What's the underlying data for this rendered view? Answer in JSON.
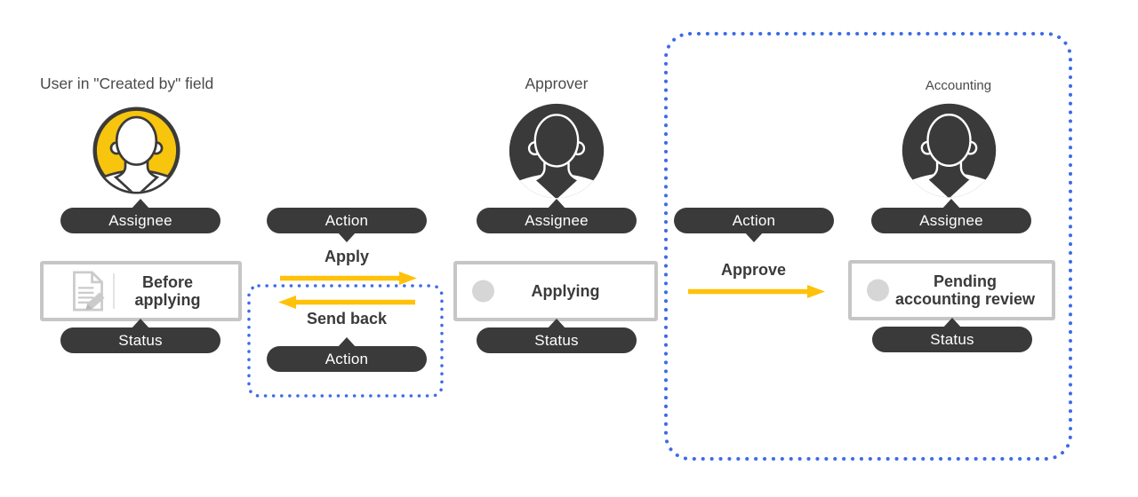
{
  "colors": {
    "dark": "#3A3A3A",
    "avatar_yellow": "#F7C40E",
    "arrow_yellow": "#FFC10A",
    "dotted_blue": "#3D6BE8",
    "box_border_gray": "#C6C6C6",
    "dot_gray": "#D6D6D6",
    "icon_gray": "#CBCBCB",
    "divider_gray": "#E3E3E3",
    "title_text": "#4A4A4A",
    "status_text": "#3A3A3A"
  },
  "creator": {
    "title": "User in \"Created by\" field",
    "assignee_label": "Assignee",
    "status_label": "Status",
    "status_text": "Before applying",
    "avatar_icon": "person-icon",
    "status_icon": "document-edit-icon"
  },
  "middle_actions": {
    "action_top_label": "Action",
    "apply_label": "Apply",
    "send_back_label": "Send back",
    "action_bottom_label": "Action",
    "apply_arrow_icon": "arrow-right-icon",
    "send_back_arrow_icon": "arrow-left-icon"
  },
  "approver": {
    "title": "Approver",
    "assignee_label": "Assignee",
    "status_label": "Status",
    "status_text": "Applying",
    "avatar_icon": "person-icon",
    "status_icon": "gray-dot-icon"
  },
  "right_action": {
    "action_label": "Action",
    "approve_label": "Approve",
    "approve_arrow_icon": "arrow-right-icon"
  },
  "accounting": {
    "title": "Accounting",
    "assignee_label": "Assignee",
    "status_label": "Status",
    "status_text": "Pending accounting review",
    "avatar_icon": "person-icon",
    "status_icon": "gray-dot-icon"
  }
}
